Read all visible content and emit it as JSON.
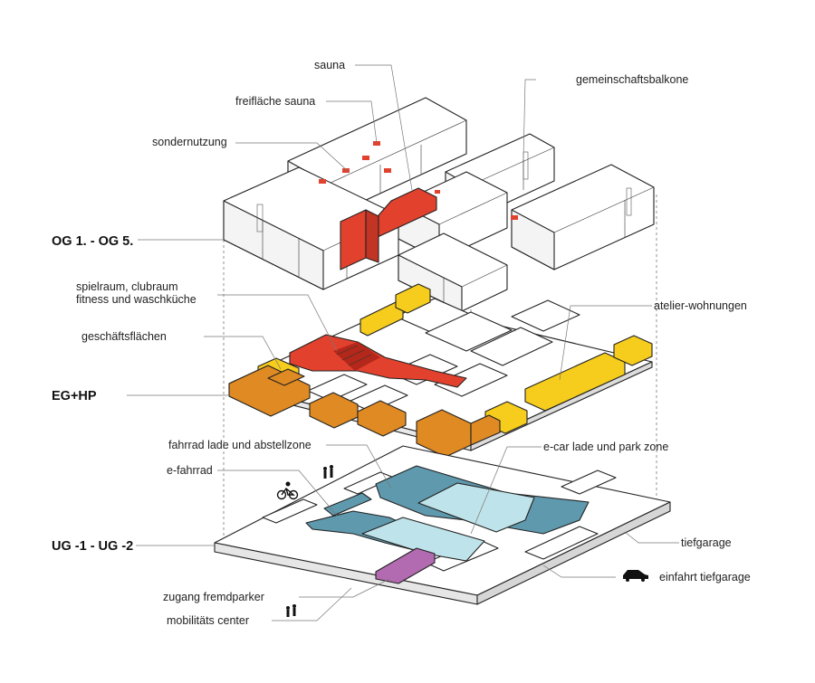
{
  "labels": {
    "sauna": "sauna",
    "gemeinschaftsbalkone": "gemeinschaftsbalkone",
    "freiflaeche_sauna": "freifläche sauna",
    "sondernutzung": "sondernutzung",
    "spielraum_1": "spielraum, clubraum",
    "spielraum_2": "fitness und waschküche",
    "atelier": "atelier-wohnungen",
    "geschaeft": "geschäftsflächen",
    "fahrrad_lade": "fahrrad lade und abstellzone",
    "ecar": "e-car lade und park zone",
    "efahrrad": "e-fahrrad",
    "tiefgarage": "tiefgarage",
    "einfahrt": "einfahrt tiefgarage",
    "zugang": "zugang fremdparker",
    "mobilitaet": "mobilitäts center"
  },
  "levels": {
    "og": "OG 1. - OG 5.",
    "eg": "EG+HP",
    "ug": "UG -1 - UG -2"
  },
  "colors": {
    "red": "#e2412e",
    "orange": "#df8a22",
    "yellow": "#f6cd1c",
    "teal": "#5f99ad",
    "light_cyan": "#bfe3ea",
    "purple": "#b26bb0",
    "white": "#ffffff",
    "line": "#222222"
  },
  "icons": [
    "bicycle-icon",
    "pedestrians-icon",
    "car-icon"
  ]
}
